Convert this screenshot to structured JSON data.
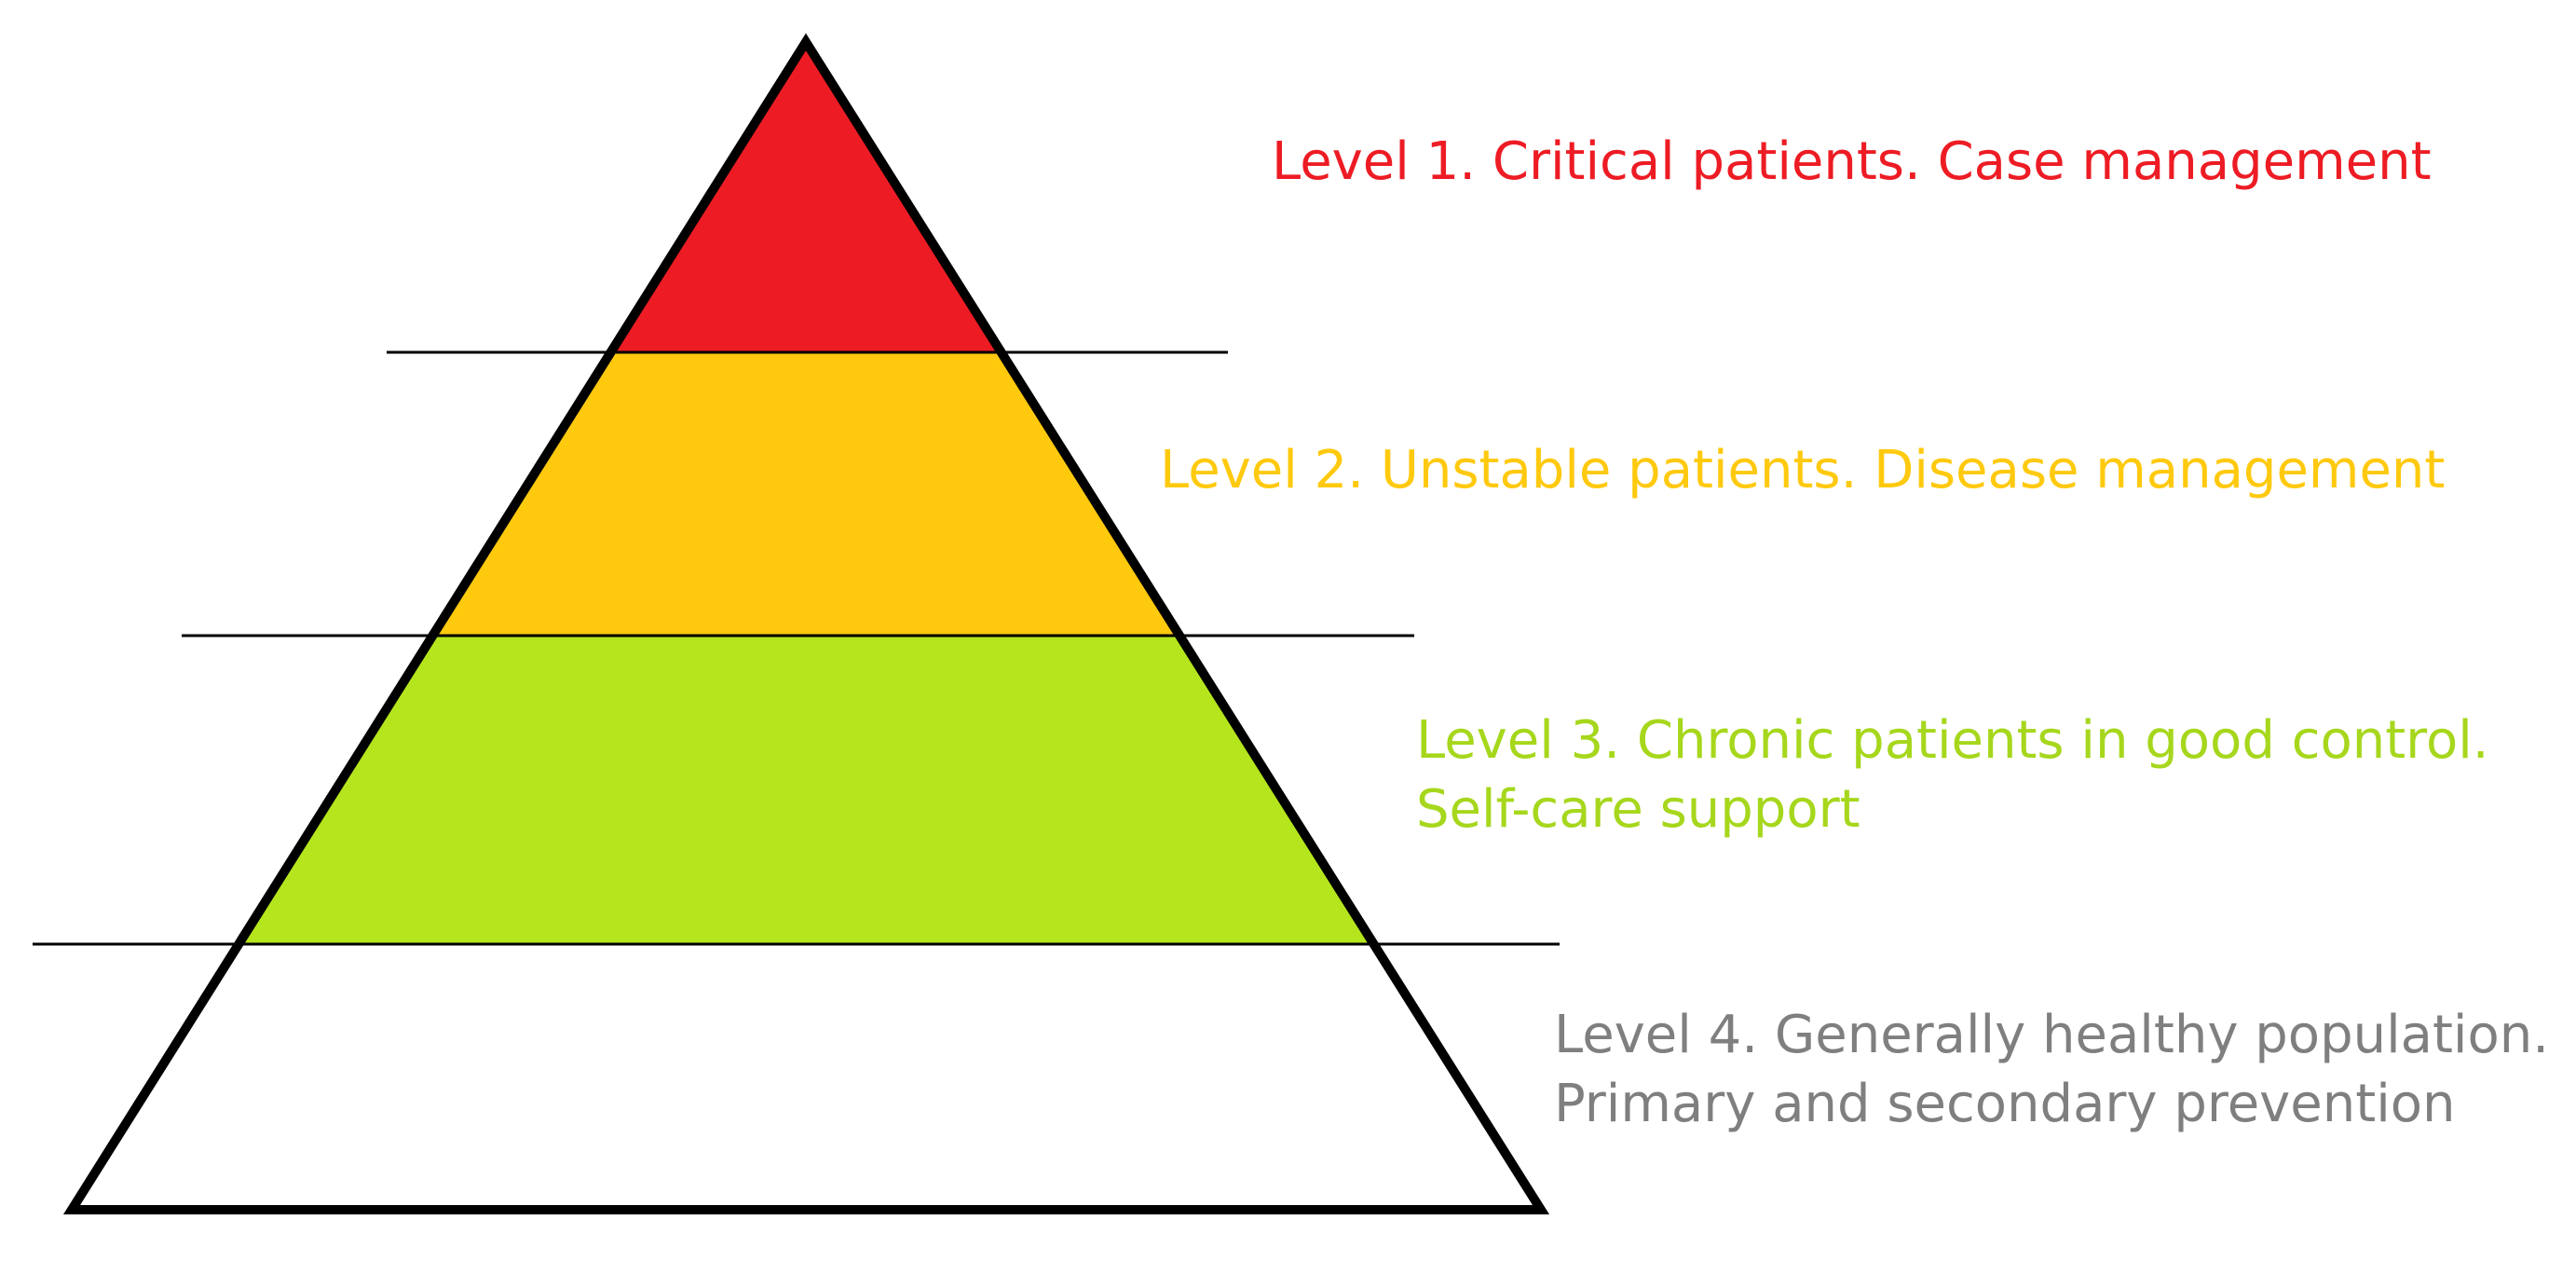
{
  "levels": [
    {
      "id": "level-1",
      "lines": [
        "Level  1. Critical patients. Case management"
      ],
      "fill": "#ed1c24",
      "text_color": "#ed1c24"
    },
    {
      "id": "level-2",
      "lines": [
        "Level 2. Unstable patients. Disease management"
      ],
      "fill": "#ffc90e",
      "text_color": "#ffc90e"
    },
    {
      "id": "level-3",
      "lines": [
        "Level 3. Chronic patients in good control.",
        "Self-care support"
      ],
      "fill": "#b5e61d",
      "text_color": "#a6d71c"
    },
    {
      "id": "level-4",
      "lines": [
        "Level 4. Generally healthy population.",
        "Primary and secondary prevention"
      ],
      "fill": "#ffffff",
      "text_color": "#7f7f7f"
    }
  ],
  "outline_color": "#000000"
}
